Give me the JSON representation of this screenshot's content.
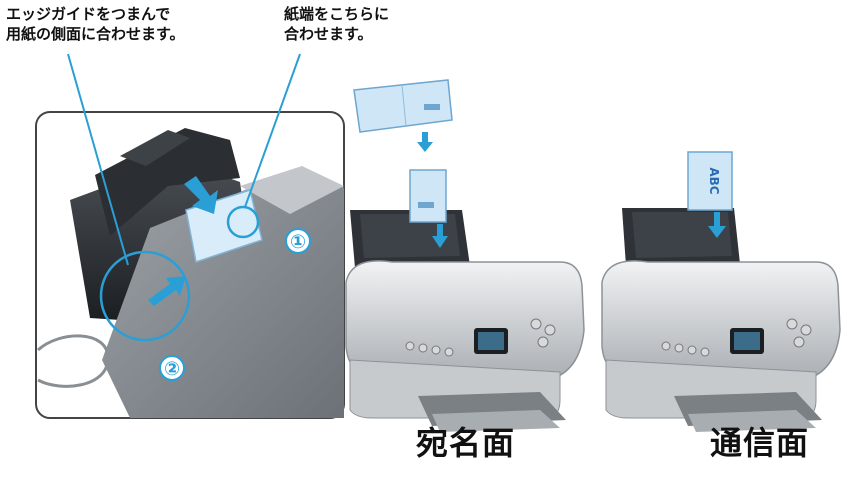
{
  "captions": {
    "edge_guide": [
      "エッジガイドをつまんで",
      "用紙の側面に合わせます。"
    ],
    "paper_edge": [
      "紙端をこちらに",
      "合わせます。"
    ]
  },
  "markers": {
    "step1": "①",
    "step2": "②"
  },
  "labels": {
    "address_side": "宛名面",
    "message_side": "通信面"
  },
  "card_text": "ABC",
  "colors": {
    "accent_blue": "#2a9fd6",
    "card_blue": "#cfe6f7",
    "printer_gray": "#b9bec4"
  }
}
